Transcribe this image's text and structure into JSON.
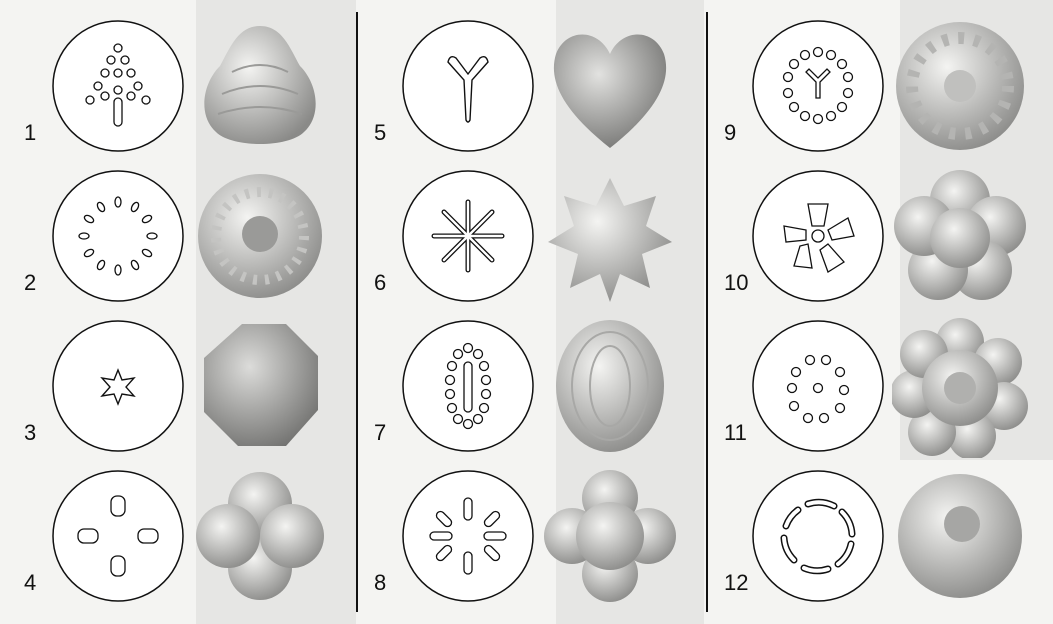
{
  "plate": {
    "items": [
      {
        "number": "1",
        "die_icon": "tree-dots-icon",
        "cookie_icon": "tree-cookie-icon"
      },
      {
        "number": "2",
        "die_icon": "ring-of-ovals-icon",
        "cookie_icon": "wreath-cookie-icon"
      },
      {
        "number": "3",
        "die_icon": "small-star-icon",
        "cookie_icon": "octagon-cookie-icon"
      },
      {
        "number": "4",
        "die_icon": "four-bead-clusters-icon",
        "cookie_icon": "clover-cookie-icon"
      },
      {
        "number": "5",
        "die_icon": "y-shape-icon",
        "cookie_icon": "heart-cookie-icon"
      },
      {
        "number": "6",
        "die_icon": "eight-spoke-star-icon",
        "cookie_icon": "star-cookie-icon"
      },
      {
        "number": "7",
        "die_icon": "oval-dots-with-bar-icon",
        "cookie_icon": "oval-flower-cookie-icon"
      },
      {
        "number": "8",
        "die_icon": "radial-slots-icon",
        "cookie_icon": "rosette-cookie-icon"
      },
      {
        "number": "9",
        "die_icon": "ring-dots-with-y-icon",
        "cookie_icon": "round-flower-cookie-icon"
      },
      {
        "number": "10",
        "die_icon": "wedge-petals-icon",
        "cookie_icon": "five-petal-cookie-icon"
      },
      {
        "number": "11",
        "die_icon": "scattered-dots-icon",
        "cookie_icon": "flower-cookie-icon"
      },
      {
        "number": "12",
        "die_icon": "segmented-ring-icon",
        "cookie_icon": "ring-cookie-icon"
      }
    ]
  },
  "colors": {
    "ink": "#111111",
    "paper": "#f4f4f2",
    "cookie_light": "#f2f2f0",
    "cookie_dark": "#8a8a88"
  }
}
